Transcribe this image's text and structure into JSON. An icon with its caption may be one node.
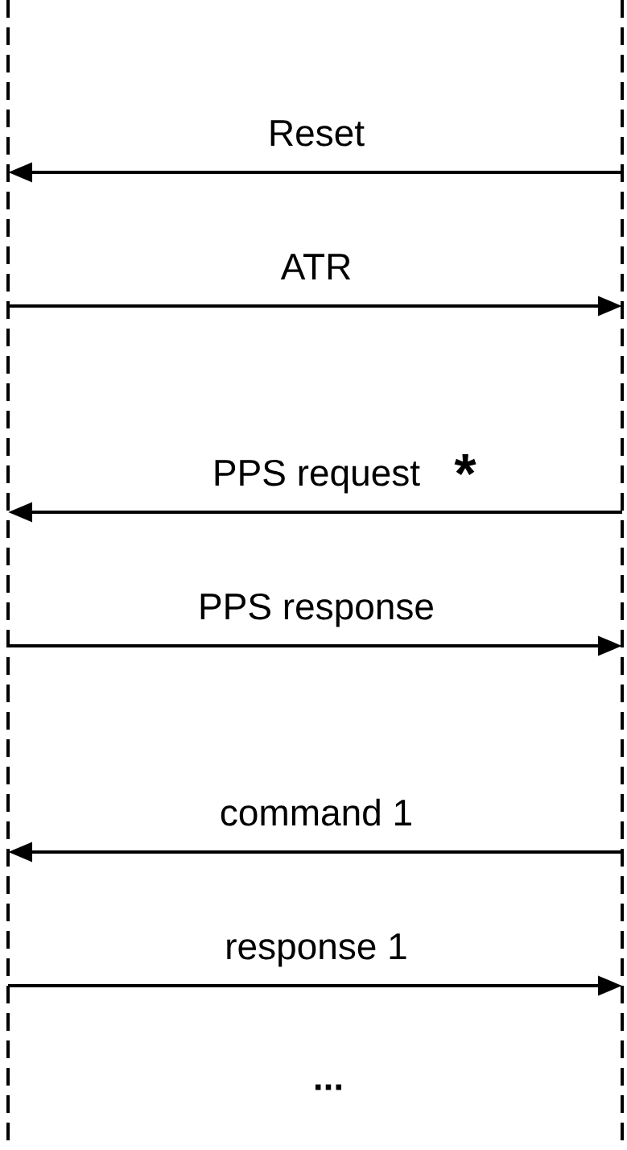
{
  "diagram": {
    "nodes": [
      {
        "text": [],
        "shape": "line"
      },
      {
        "text": [],
        "shape": "line"
      }
    ],
    "edges": [
      {
        "from": 1,
        "to": 0,
        "arrow": "to",
        "label": "Reset"
      },
      {
        "from": 0,
        "to": 1,
        "arrow": "to",
        "label": "ATR"
      },
      {
        "from": 1,
        "to": 0,
        "arrow": "to",
        "label": "PPS request"
      },
      {
        "from": 0,
        "to": 1,
        "arrow": "to",
        "label": "PPS response"
      },
      {
        "from": 1,
        "to": 0,
        "arrow": "to",
        "label": "command 1"
      },
      {
        "from": 0,
        "to": 1,
        "arrow": "to",
        "label": "response 1"
      }
    ],
    "labels": [
      "*",
      "..."
    ]
  }
}
